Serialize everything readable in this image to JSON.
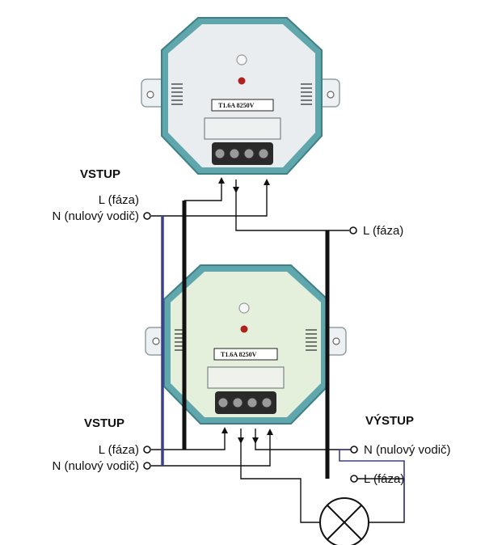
{
  "colors": {
    "housing_top": "#e9edf0",
    "housing_bottom": "#e5f0dc",
    "rim": "#5fa7ad",
    "wire": "#111111",
    "neutral": "#3a3f8f",
    "led": "#b0201c"
  },
  "top_module": {
    "fuse_label": "T1.6A 8250V",
    "inputs": {
      "header": "VSTUP",
      "l_label": "L (fáza)",
      "n_label": "N (nulový vodič)"
    },
    "output_l_label": "L (fáza)"
  },
  "bottom_module": {
    "fuse_label": "T1.6A 8250V",
    "inputs": {
      "header": "VSTUP",
      "l_label": "L (fáza)",
      "n_label": "N (nulový vodič)"
    },
    "outputs": {
      "header": "VÝSTUP",
      "n_label": "N (nulový vodič)",
      "l_label": "L (fáza)"
    }
  },
  "icons": {
    "lamp": "lamp-icon",
    "terminal": "terminal-circle-icon",
    "arrow": "arrow-icon"
  }
}
